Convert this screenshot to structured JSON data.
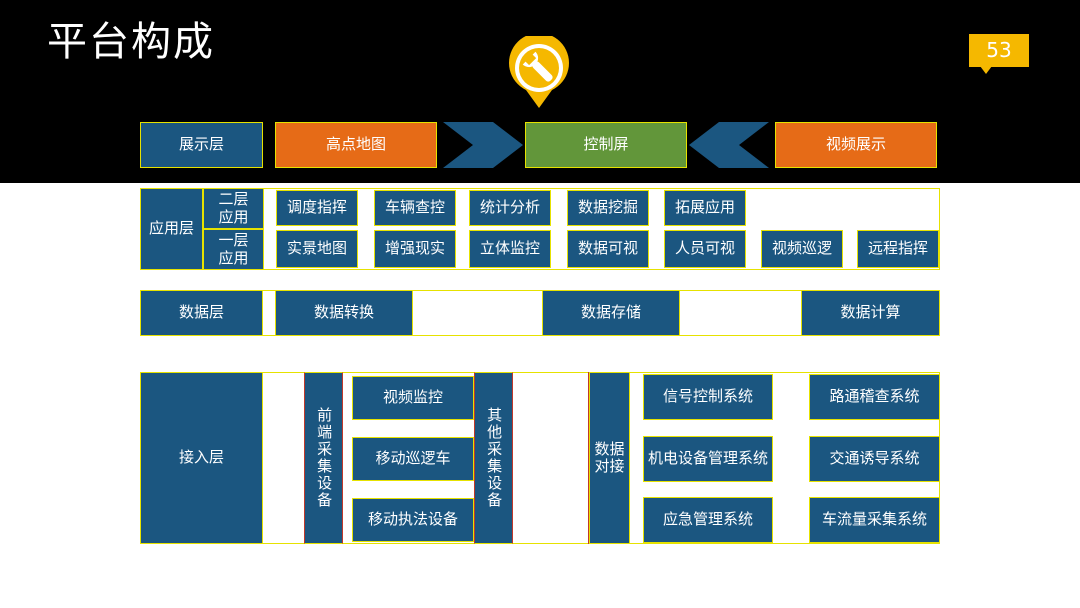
{
  "header": {
    "title": "平台构成",
    "page_number": "53",
    "pin_icon": "wrench-icon",
    "accent": "#f5b800"
  },
  "display_layer": {
    "label": "展示层",
    "items": [
      "高点地图",
      "控制屏",
      "视频展示"
    ]
  },
  "app_layer": {
    "label": "应用层",
    "tier2_label": "二层\n应用",
    "tier1_label": "一层\n应用",
    "tier2_items": [
      "调度指挥",
      "车辆查控",
      "统计分析",
      "数据挖掘",
      "拓展应用"
    ],
    "tier1_items": [
      "实景地图",
      "增强现实",
      "立体监控",
      "数据可视",
      "人员可视",
      "视频巡逻",
      "远程指挥"
    ]
  },
  "data_layer": {
    "label": "数据层",
    "items": [
      "数据转换",
      "数据存储",
      "数据计算"
    ]
  },
  "access_layer": {
    "label": "接入层",
    "front_label": "前端采集设备",
    "front_items": [
      "视频监控",
      "移动巡逻车",
      "移动执法设备"
    ],
    "other_label": "其他采集设备",
    "dock_label": "数据\n对接",
    "systems_left": [
      "信号控制系统",
      "机电设备管理系统",
      "应急管理系统"
    ],
    "systems_right": [
      "路通稽查系统",
      "交通诱导系统",
      "车流量采集系统"
    ]
  },
  "colors": {
    "blue": "#1b5680",
    "orange": "#e66b17",
    "green": "#62963a",
    "frame": "#e6e200"
  }
}
